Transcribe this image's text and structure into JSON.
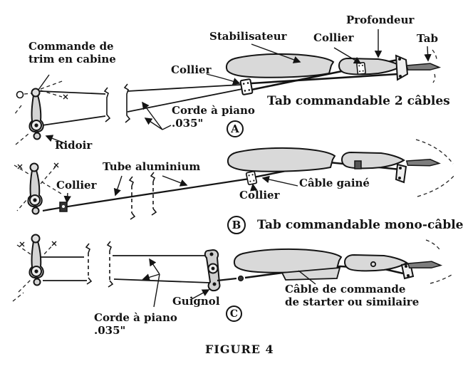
{
  "figure": {
    "caption": "FIGURE 4"
  },
  "colors": {
    "line": "#141414",
    "airfoil_fill": "#d9d9d9",
    "tab_fill": "#7d7d7d",
    "lever_fill": "#d4d4d4",
    "background": "#ffffff"
  },
  "sections": {
    "a": {
      "badge": "A",
      "title": "Tab commandable 2 câbles",
      "labels": {
        "commande_trim_line1": "Commande de",
        "commande_trim_line2": "trim en cabine",
        "stabilisateur": "Stabilisateur",
        "collier_top": "Collier",
        "profondeur": "Profondeur",
        "tab": "Tab",
        "collier_left": "Collier",
        "corde_a_piano": "Corde à piano",
        "corde_gauge": ".035\"",
        "ridoir": "Ridoir"
      }
    },
    "b": {
      "badge": "B",
      "title": "Tab commandable mono-câble",
      "labels": {
        "tube_aluminium": "Tube aluminium",
        "collier_left": "Collier",
        "collier_mid": "Collier",
        "cable_gaine": "Câble gainé"
      }
    },
    "c": {
      "badge": "C",
      "labels": {
        "guignol": "Guignol",
        "cable_commande_line1": "Câble de commande",
        "cable_commande_line2": "de starter ou similaire",
        "corde_a_piano": "Corde à piano",
        "corde_gauge": ".035\""
      }
    }
  }
}
